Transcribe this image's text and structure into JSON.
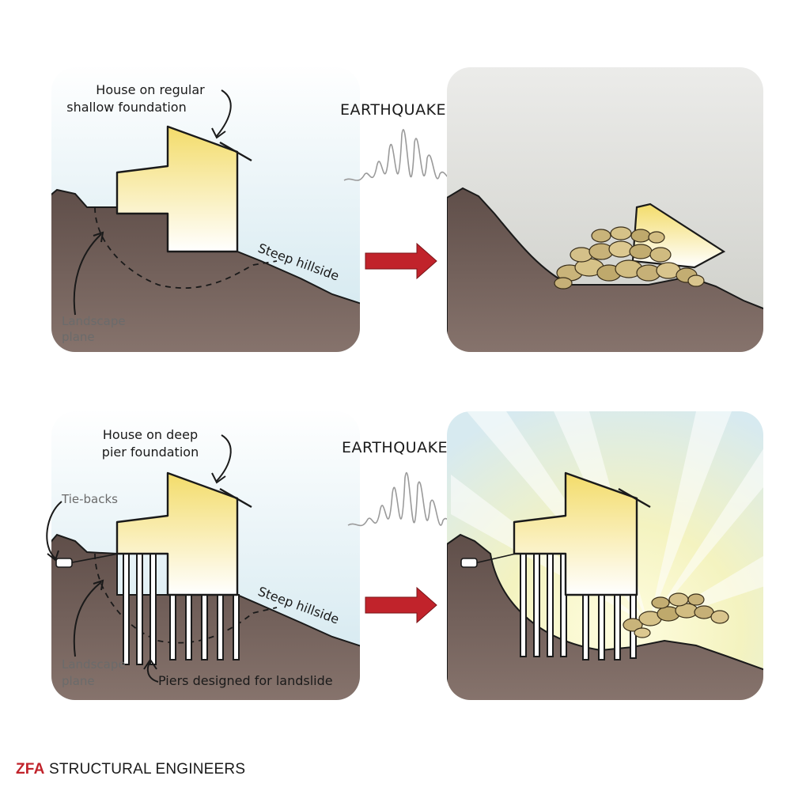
{
  "top_left": {
    "house_label_line1": "House on regular",
    "house_label_line2": "shallow foundation",
    "hillside_label": "Steep hillside",
    "plane_label_line1": "Landscape",
    "plane_label_line2": "plane"
  },
  "top_center": {
    "earthquake_label": "EARTHQUAKE!"
  },
  "bottom_left": {
    "house_label_line1": "House on deep",
    "house_label_line2": "pier foundation",
    "tieback_label": "Tie-backs",
    "hillside_label": "Steep hillside",
    "plane_label_line1": "Landscape",
    "plane_label_line2": "plane",
    "piers_label": "Piers designed for landslide"
  },
  "bottom_center": {
    "earthquake_label": "EARTHQUAKE!"
  },
  "footer": {
    "brand": "ZFA",
    "name": "STRUCTURAL ENGINEERS"
  },
  "colors": {
    "ground": "#6b5750",
    "sky": "#dcebee",
    "house_yellow": "#f6e58c",
    "arrow_red": "#c1232b",
    "debris": "#c9b47a",
    "grey_sky": "#d2d3cd"
  }
}
